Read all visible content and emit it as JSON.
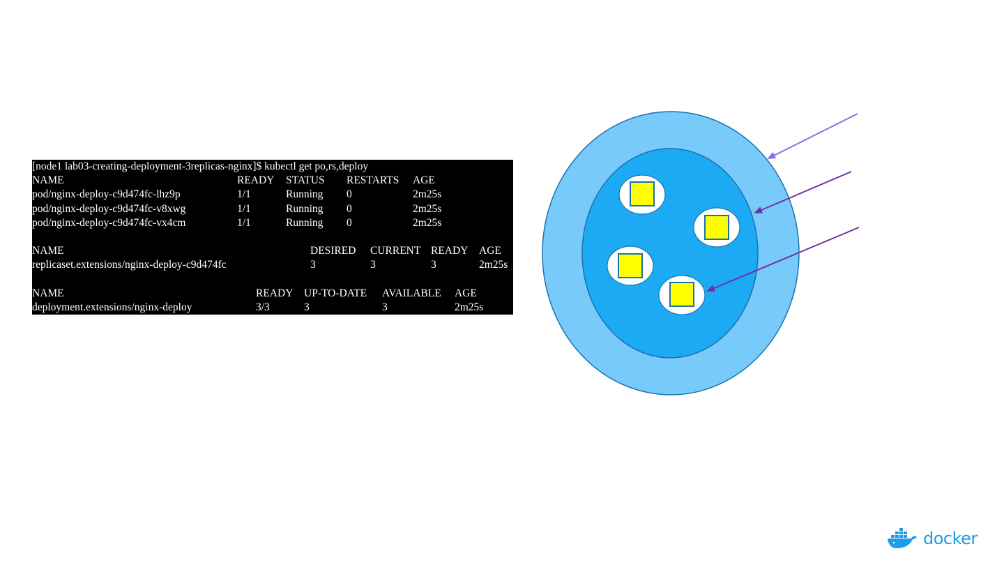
{
  "terminal": {
    "prompt": "[node1 lab03-creating-deployment-3replicas-nginx]$ kubectl get po,rs,deploy",
    "pods": {
      "headers": [
        "NAME",
        "READY",
        "STATUS",
        "RESTARTS",
        "AGE"
      ],
      "rows": [
        [
          "pod/nginx-deploy-c9d474fc-lhz9p",
          "1/1",
          "Running",
          "0",
          "2m25s"
        ],
        [
          "pod/nginx-deploy-c9d474fc-v8xwg",
          "1/1",
          "Running",
          "0",
          "2m25s"
        ],
        [
          "pod/nginx-deploy-c9d474fc-vx4cm",
          "1/1",
          "Running",
          "0",
          "2m25s"
        ]
      ]
    },
    "replicasets": {
      "headers": [
        "NAME",
        "DESIRED",
        "CURRENT",
        "READY",
        "AGE"
      ],
      "rows": [
        [
          "replicaset.extensions/nginx-deploy-c9d474fc",
          "3",
          "3",
          "3",
          "2m25s"
        ]
      ]
    },
    "deployments": {
      "headers": [
        "NAME",
        "READY",
        "UP-TO-DATE",
        "AVAILABLE",
        "AGE"
      ],
      "rows": [
        [
          "deployment.extensions/nginx-deploy",
          "3/3",
          "3",
          "3",
          "2m25s"
        ]
      ]
    }
  },
  "diagram": {
    "colors": {
      "outer_fill": "#78cafa",
      "inner_fill": "#1caaf5",
      "stroke": "#1a72ad",
      "pod_fill": "#ffffff",
      "container_fill": "#ffff00",
      "arrow_light": "#8b6cf0",
      "arrow_dark": "#7030a0"
    },
    "pod_count": 4
  },
  "logo": {
    "text": "docker",
    "color": "#1d9ce5"
  }
}
